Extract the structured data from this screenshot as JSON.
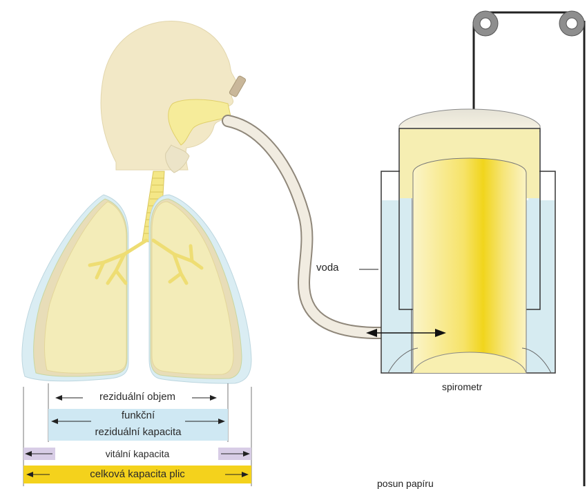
{
  "labels": {
    "water": "voda",
    "spirometer": "spirometr",
    "paper_feed": "posun papíru"
  },
  "volumes": {
    "residual_volume": "reziduální objem",
    "frc_line1": "funkční",
    "frc_line2": "reziduální kapacita",
    "vital_capacity": "vitální kapacita",
    "total_capacity": "celková kapacita plic"
  },
  "colors": {
    "head": "#f2e9c8",
    "airway": "#f6ec9a",
    "lung": "#f3ecb8",
    "pleura": "#d9ecf2",
    "water": "#d6ebf1",
    "cylinder_yellow": "#f3dd3a",
    "frc_band": "#cfe8f3",
    "vital_band": "#ffffff",
    "total_band": "#f4d21c",
    "residual_ends": "#d8cde6"
  }
}
